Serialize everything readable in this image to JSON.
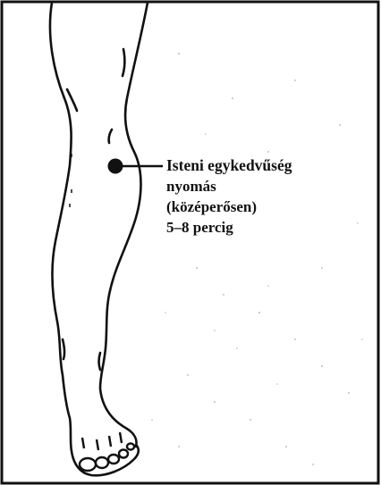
{
  "figure": {
    "subject": "leg with acupressure point",
    "point_color": "#111111",
    "line_color": "#111111",
    "label": {
      "title": "Isteni egykedvűség",
      "line2": "nyomás",
      "line3": "(középerősen)",
      "line4": "5–8 percig"
    }
  }
}
